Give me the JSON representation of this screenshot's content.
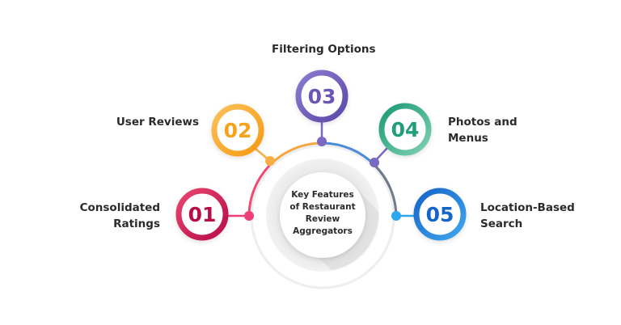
{
  "center": {
    "title_lines": [
      "Key Features",
      "of Restaurant",
      "Review",
      "Aggregators"
    ]
  },
  "features": [
    {
      "number": "01",
      "label_lines": [
        "Consolidated",
        "Ratings"
      ],
      "color": "#C8104F",
      "color_light": "#E8456F"
    },
    {
      "number": "02",
      "label_lines": [
        "User Reviews"
      ],
      "color": "#F7A21B",
      "color_light": "#FBC15A"
    },
    {
      "number": "03",
      "label_lines": [
        "Filtering Options"
      ],
      "color": "#6A57B5",
      "color_light": "#8C7BD1"
    },
    {
      "number": "04",
      "label_lines": [
        "Photos and",
        "Menus"
      ],
      "color": "#1E9E79",
      "color_light": "#5EC3A0"
    },
    {
      "number": "05",
      "label_lines": [
        "Location-Based",
        "Search"
      ],
      "color": "#1A73D6",
      "color_light": "#3FA6EE"
    }
  ],
  "colors": {
    "arc_left": "#EE4A73",
    "arc_upper_left": "#F6A63E",
    "arc_top_right": "#4A8CD6",
    "arc_right": "#6E7A8A",
    "node_01": "#EE3F78",
    "node_02": "#F8AE43",
    "node_03": "#7A68C2",
    "node_04": "#7A68C2",
    "node_05": "#2DA7EE",
    "text": "#2b2b2b"
  }
}
